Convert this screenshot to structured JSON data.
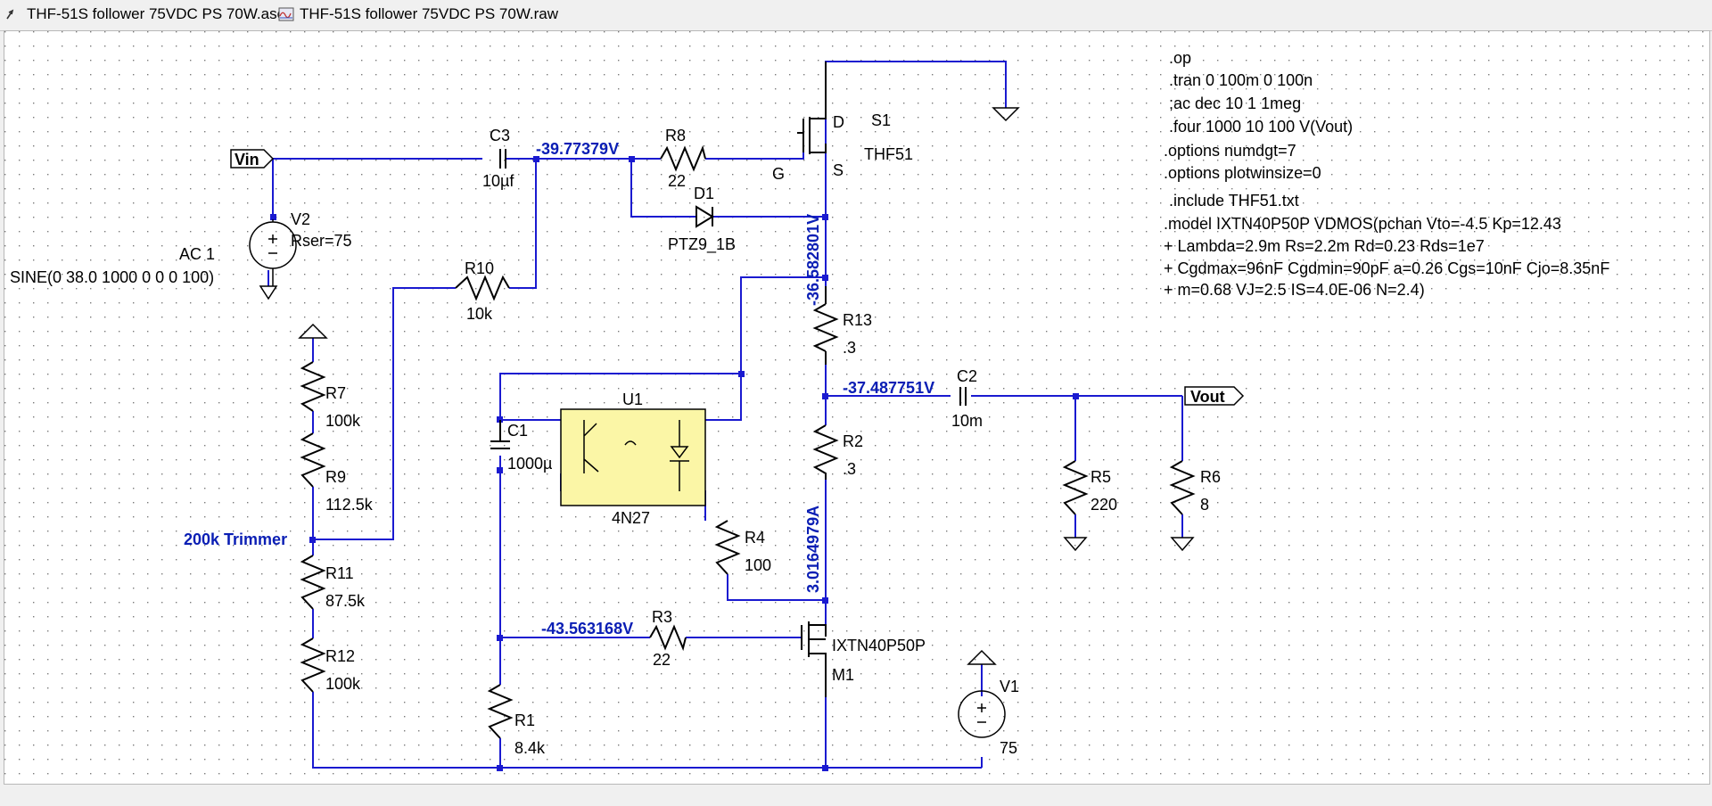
{
  "tabs": [
    {
      "label": "THF-51S follower 75VDC PS 70W.asc",
      "icon": "schematic-icon"
    },
    {
      "label": "THF-51S follower 75VDC PS 70W.raw",
      "icon": "waveform-icon"
    }
  ],
  "components": {
    "C3": {
      "name": "C3",
      "value": "10µf"
    },
    "R8": {
      "name": "R8",
      "value": "22"
    },
    "D1": {
      "name": "D1",
      "value": "PTZ9_1B"
    },
    "S1": {
      "name": "S1",
      "value": "THF51",
      "pins": {
        "d": "D",
        "g": "G",
        "s": "S"
      }
    },
    "V2": {
      "name": "V2",
      "rser": "Rser=75",
      "ac": "AC 1",
      "sine": "SINE(0 38.0 1000 0 0 0 100)"
    },
    "R10": {
      "name": "R10",
      "value": "10k"
    },
    "R13": {
      "name": "R13",
      "value": ".3"
    },
    "C2": {
      "name": "C2",
      "value": "10m"
    },
    "R2": {
      "name": "R2",
      "value": ".3"
    },
    "R5": {
      "name": "R5",
      "value": "220"
    },
    "R6": {
      "name": "R6",
      "value": "8"
    },
    "U1": {
      "name": "U1",
      "value": "4N27"
    },
    "C1": {
      "name": "C1",
      "value": "1000µ"
    },
    "R4": {
      "name": "R4",
      "value": "100"
    },
    "R7": {
      "name": "R7",
      "value": "100k"
    },
    "R9": {
      "name": "R9",
      "value": "112.5k"
    },
    "R11": {
      "name": "R11",
      "value": "87.5k"
    },
    "R12": {
      "name": "R12",
      "value": "100k"
    },
    "R3": {
      "name": "R3",
      "value": "22"
    },
    "M1": {
      "name": "M1",
      "value": "IXTN40P50P"
    },
    "R1": {
      "name": "R1",
      "value": "8.4k"
    },
    "V1": {
      "name": "V1",
      "value": "75"
    }
  },
  "net_labels": {
    "vin": "Vin",
    "vout": "Vout",
    "trimmer": "200k Trimmer"
  },
  "voltages": {
    "c3_node": "-39.77379V",
    "s_node": "-36.582801V",
    "out_node": "-37.487751V",
    "current_r2": "3.0164979A",
    "r3_node": "-43.563168V"
  },
  "directives": [
    ".op",
    ".tran 0 100m 0 100n",
    ";ac dec 10 1 1meg",
    ".four 1000 10 100 V(Vout)",
    ".options numdgt=7",
    ".options plotwinsize=0",
    ".include THF51.txt",
    ".model IXTN40P50P VDMOS(pchan Vto=-4.5 Kp=12.43",
    "+ Lambda=2.9m Rs=2.2m Rd=0.23 Rds=1e7",
    "+ Cgdmax=96nF Cgdmin=90pF a=0.26 Cgs=10nF Cjo=8.35nF",
    "+ m=0.68 VJ=2.5 IS=4.0E-06 N=2.4)"
  ],
  "colors": {
    "wire": "#1a1ad0",
    "voltage_text": "#0a1eb4",
    "component": "#000000",
    "optocoupler_fill": "#fbf6a6"
  }
}
